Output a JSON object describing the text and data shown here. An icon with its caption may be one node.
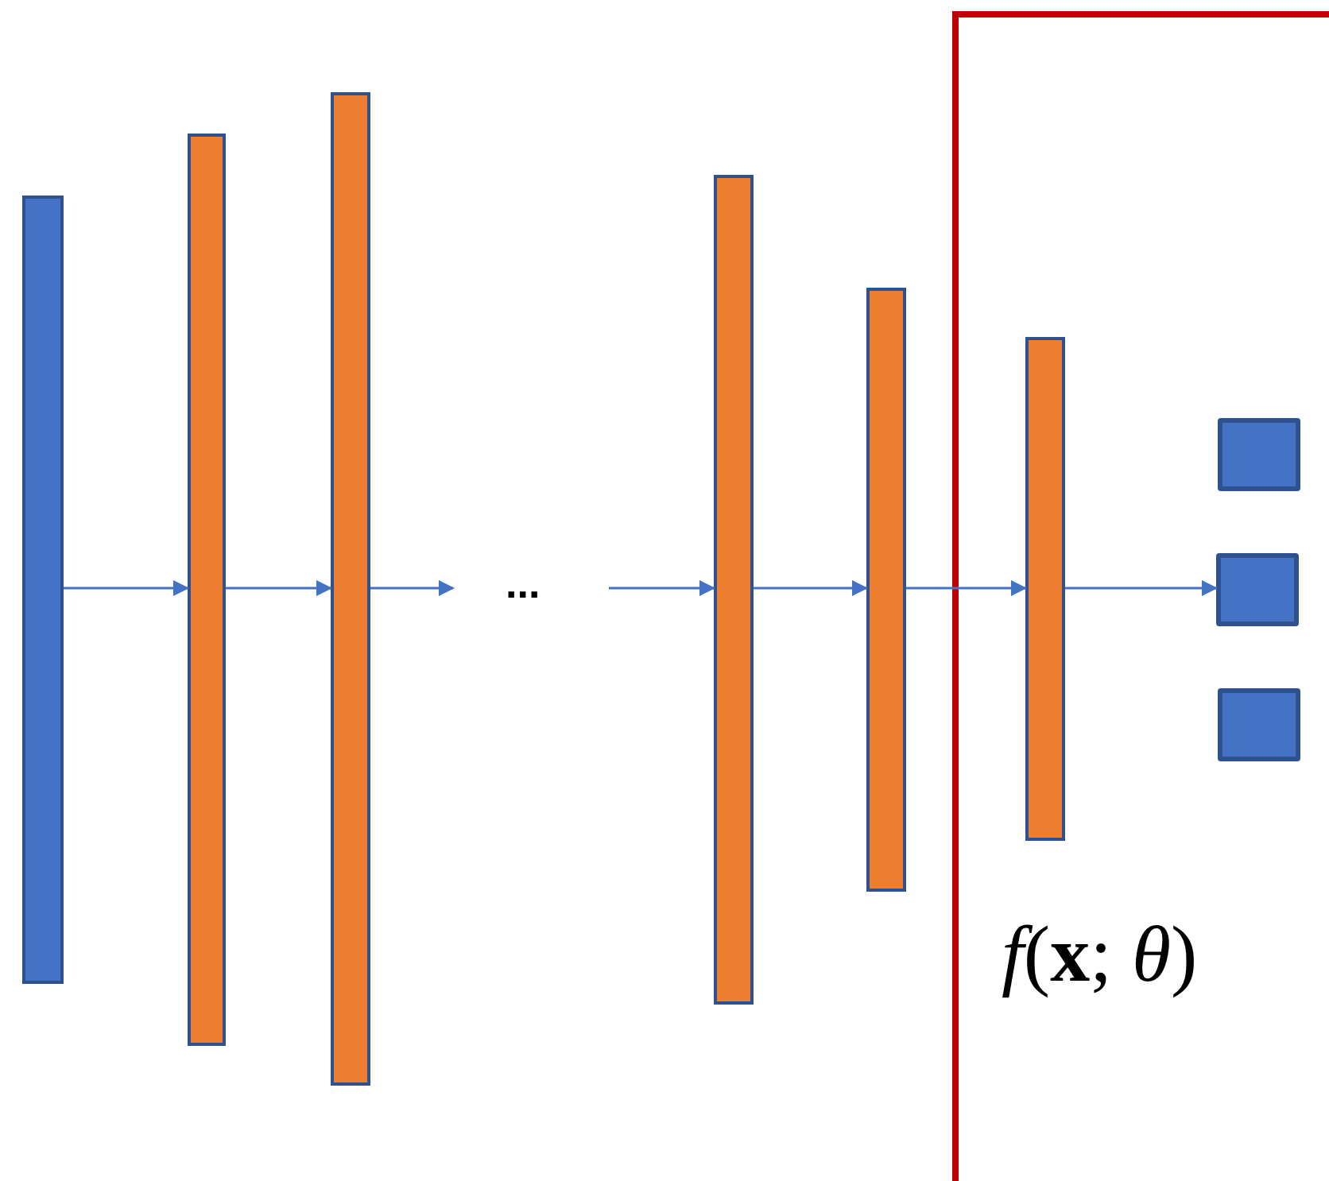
{
  "diagram": {
    "nodes": [
      {
        "text": [],
        "shape": "bar"
      },
      {
        "text": [],
        "shape": "bar"
      },
      {
        "text": [],
        "shape": "bar"
      },
      {
        "text": [],
        "shape": "bar"
      },
      {
        "text": [],
        "shape": "bar"
      },
      {
        "text": [
          "*f*(**x**; *θ*)"
        ]
      },
      {
        "text": [],
        "shape": "bar",
        "in": 5
      },
      {
        "text": [],
        "shape": "box",
        "in": 5
      },
      {
        "text": [],
        "shape": "box",
        "in": 5
      },
      {
        "text": [],
        "shape": "box",
        "in": 5
      }
    ],
    "edges": [
      {
        "from": 0,
        "to": 1,
        "arrow": "to"
      },
      {
        "from": 1,
        "to": 2,
        "arrow": "to"
      },
      {
        "from": 2,
        "to": null,
        "arrow": "to"
      },
      {
        "from": null,
        "to": 3,
        "arrow": "to"
      },
      {
        "from": 3,
        "to": 4,
        "arrow": "to"
      },
      {
        "from": 4,
        "to": 6,
        "arrow": "to"
      },
      {
        "from": 6,
        "to": 8,
        "arrow": "to"
      }
    ],
    "labels": [
      "..."
    ]
  }
}
